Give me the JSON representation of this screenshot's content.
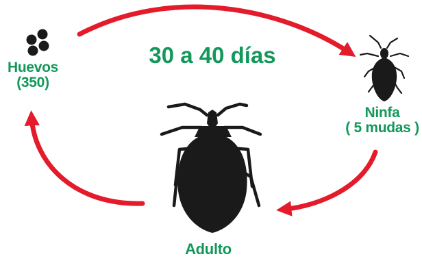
{
  "cycle_duration": "30 a 40 días",
  "stages": {
    "eggs": {
      "name": "Huevos",
      "detail": "(350)",
      "icon": "eggs-icon"
    },
    "nymph": {
      "name": "Ninfa",
      "detail": "( 5 mudas )",
      "icon": "nymph-bug-icon"
    },
    "adult": {
      "name": "Adulto",
      "icon": "adult-bug-icon"
    }
  },
  "colors": {
    "arrow": "#e31b2b",
    "text": "#12985a",
    "bug": "#1a1a1a"
  }
}
